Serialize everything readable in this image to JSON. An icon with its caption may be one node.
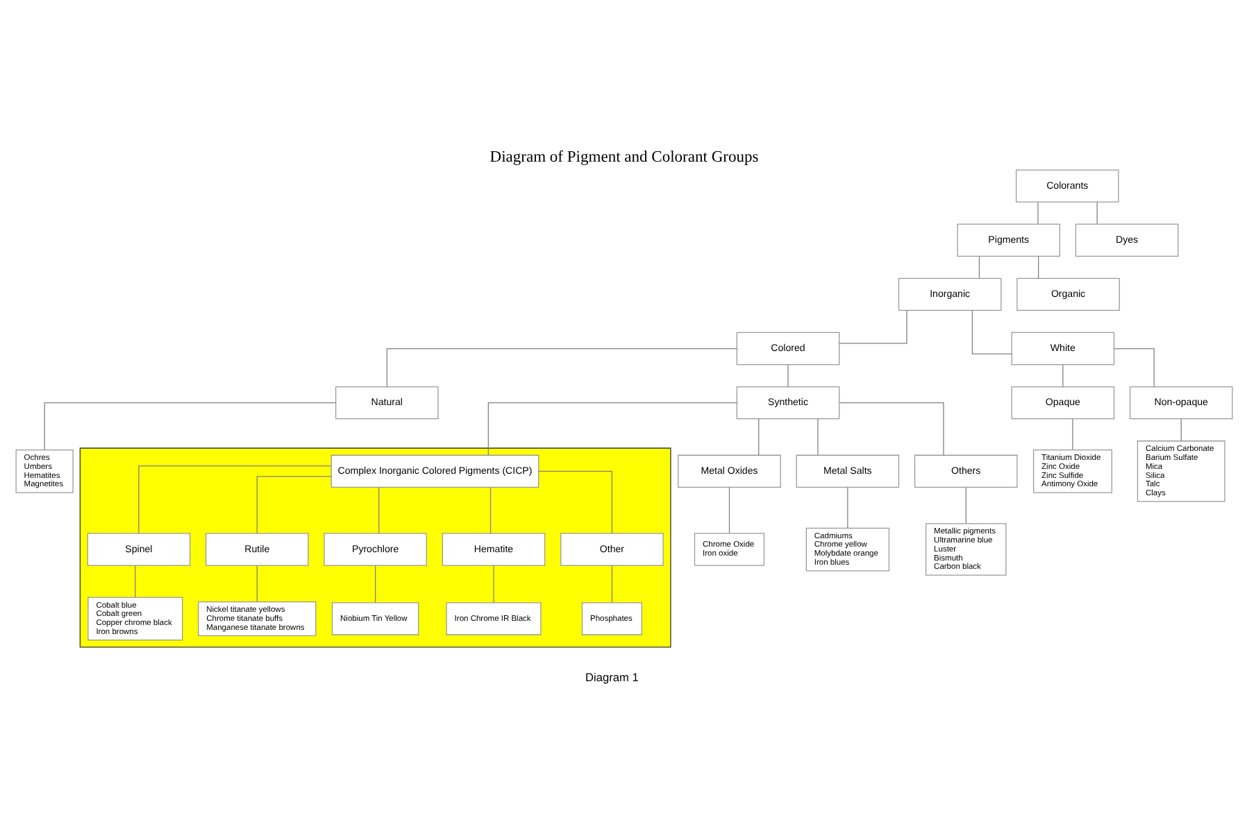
{
  "diagram": {
    "title": "Diagram of Pigment and Colorant Groups",
    "caption": "Diagram 1",
    "nodes": [
      {
        "text": [
          "Colorants"
        ]
      },
      {
        "text": [
          "Pigments"
        ]
      },
      {
        "text": [
          "Dyes"
        ]
      },
      {
        "text": [
          "Inorganic"
        ]
      },
      {
        "text": [
          "Organic"
        ]
      },
      {
        "text": [
          "Colored"
        ]
      },
      {
        "text": [
          "White"
        ]
      },
      {
        "text": [
          "Natural"
        ]
      },
      {
        "text": [
          "Synthetic"
        ]
      },
      {
        "text": [
          "Opaque"
        ]
      },
      {
        "text": [
          "Non-opaque"
        ]
      },
      {
        "text": [
          "Ochres",
          "Umbers",
          "Hematites",
          "Magnetites"
        ]
      },
      {
        "text": [
          "Titanium Dioxide",
          "Zinc Oxide",
          "Zinc Sulfide",
          "Antimony Oxide"
        ]
      },
      {
        "text": [
          "Calcium Carbonate",
          "Barium Sulfate",
          "Mica",
          "Silica",
          "Talc",
          "Clays"
        ]
      },
      {
        "text": [],
        "shape": "box"
      },
      {
        "text": [
          "Complex Inorganic Colored Pigments (CICP)"
        ],
        "in": 14
      },
      {
        "text": [
          "Metal Oxides"
        ]
      },
      {
        "text": [
          "Metal Salts"
        ]
      },
      {
        "text": [
          "Others"
        ]
      },
      {
        "text": [
          "Chrome Oxide",
          "Iron oxide"
        ]
      },
      {
        "text": [
          "Cadmiums",
          "Chrome yellow",
          "Molybdate orange",
          "Iron blues"
        ]
      },
      {
        "text": [
          "Metallic pigments",
          "Ultramarine blue",
          "Luster",
          "Bismuth",
          "Carbon black"
        ]
      },
      {
        "text": [
          "Spinel"
        ],
        "in": 14
      },
      {
        "text": [
          "Rutile"
        ],
        "in": 14
      },
      {
        "text": [
          "Pyrochlore"
        ],
        "in": 14
      },
      {
        "text": [
          "Hematite"
        ],
        "in": 14
      },
      {
        "text": [
          "Other"
        ],
        "in": 14
      },
      {
        "text": [
          "Cobalt blue",
          "Cobalt green",
          "Copper chrome black",
          "Iron browns"
        ],
        "in": 14
      },
      {
        "text": [
          "Nickel titanate yellows",
          "Chrome titanate buffs",
          "Manganese titanate browns"
        ],
        "in": 14
      },
      {
        "text": [
          "Niobium Tin Yellow"
        ],
        "in": 14
      },
      {
        "text": [
          "Iron Chrome IR Black"
        ],
        "in": 14
      },
      {
        "text": [
          "Phosphates"
        ],
        "in": 14
      }
    ],
    "edges": [
      {
        "from": 0,
        "to": 1,
        "arrow": "none"
      },
      {
        "from": 0,
        "to": 2,
        "arrow": "none"
      },
      {
        "from": 1,
        "to": 3,
        "arrow": "none"
      },
      {
        "from": 1,
        "to": 4,
        "arrow": "none"
      },
      {
        "from": 3,
        "to": 5,
        "arrow": "none"
      },
      {
        "from": 3,
        "to": 6,
        "arrow": "none"
      },
      {
        "from": 5,
        "to": 7,
        "arrow": "none"
      },
      {
        "from": 5,
        "to": 8,
        "arrow": "none"
      },
      {
        "from": 6,
        "to": 9,
        "arrow": "none"
      },
      {
        "from": 6,
        "to": 10,
        "arrow": "none"
      },
      {
        "from": 7,
        "to": 11,
        "arrow": "none"
      },
      {
        "from": 9,
        "to": 12,
        "arrow": "none"
      },
      {
        "from": 10,
        "to": 13,
        "arrow": "none"
      },
      {
        "from": 8,
        "to": 15,
        "arrow": "none"
      },
      {
        "from": 8,
        "to": 16,
        "arrow": "none"
      },
      {
        "from": 8,
        "to": 17,
        "arrow": "none"
      },
      {
        "from": 8,
        "to": 18,
        "arrow": "none"
      },
      {
        "from": 16,
        "to": 19,
        "arrow": "none"
      },
      {
        "from": 17,
        "to": 20,
        "arrow": "none"
      },
      {
        "from": 18,
        "to": 21,
        "arrow": "none"
      },
      {
        "from": 15,
        "to": 22,
        "arrow": "none"
      },
      {
        "from": 15,
        "to": 23,
        "arrow": "none"
      },
      {
        "from": 15,
        "to": 24,
        "arrow": "none"
      },
      {
        "from": 15,
        "to": 25,
        "arrow": "none"
      },
      {
        "from": 15,
        "to": 26,
        "arrow": "none"
      },
      {
        "from": 22,
        "to": 27,
        "arrow": "none"
      },
      {
        "from": 23,
        "to": 28,
        "arrow": "none"
      },
      {
        "from": 24,
        "to": 29,
        "arrow": "none"
      },
      {
        "from": 25,
        "to": 30,
        "arrow": "none"
      },
      {
        "from": 26,
        "to": 31,
        "arrow": "none"
      }
    ]
  }
}
